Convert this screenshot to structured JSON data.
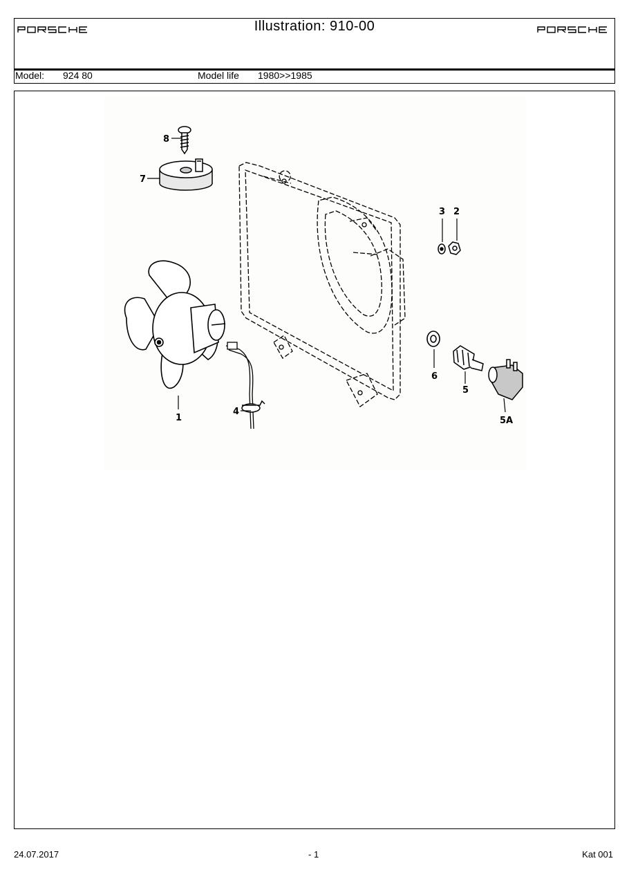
{
  "header": {
    "brand_left": "PORSCHE",
    "brand_right": "PORSCHE",
    "title": "Illustration: 910-00"
  },
  "model_row": {
    "model_label": "Model:",
    "model_value": "924 80",
    "life_label": "Model life",
    "life_value": "1980>>1985"
  },
  "illustration": {
    "callouts": {
      "c1": "1",
      "c2": "2",
      "c3": "3",
      "c4": "4",
      "c5": "5",
      "c5a": "5A",
      "c6": "6",
      "c7": "7",
      "c8": "8"
    }
  },
  "footer": {
    "date": "24.07.2017",
    "page": "- 1",
    "catalog": "Kat 001"
  }
}
